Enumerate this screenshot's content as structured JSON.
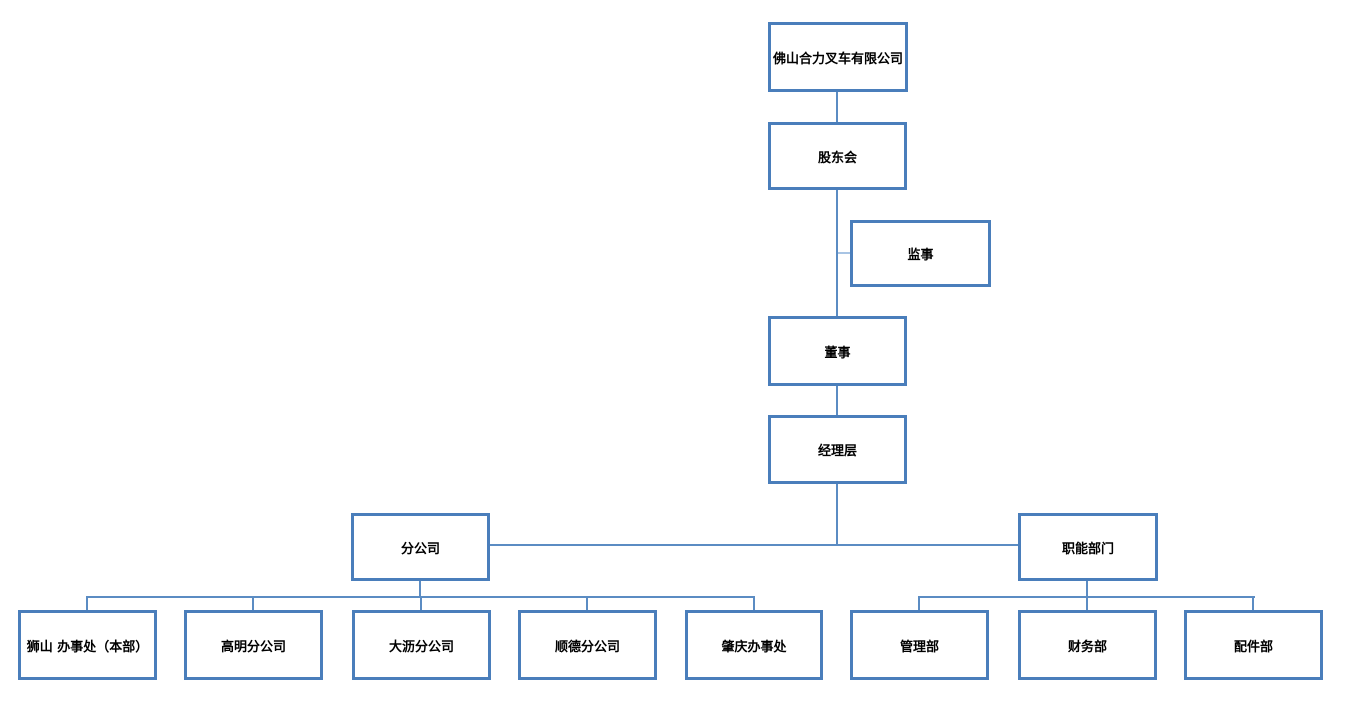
{
  "diagram": {
    "type": "org-chart",
    "nodes": [
      {
        "id": "company",
        "label": "佛山合力叉车有限公司"
      },
      {
        "id": "shareholders-meeting",
        "label": "股东会"
      },
      {
        "id": "supervisor",
        "label": "监事"
      },
      {
        "id": "board-director",
        "label": "董事"
      },
      {
        "id": "management-level",
        "label": "经理层"
      },
      {
        "id": "branch-companies",
        "label": "分公司"
      },
      {
        "id": "functional-departments",
        "label": "职能部门"
      },
      {
        "id": "shishan-office-hq",
        "label": "狮山 办事处（本部）"
      },
      {
        "id": "gaoming-branch",
        "label": "高明分公司"
      },
      {
        "id": "dali-branch",
        "label": "大沥分公司"
      },
      {
        "id": "shunde-branch",
        "label": "顺德分公司"
      },
      {
        "id": "zhaoqing-office",
        "label": "肇庆办事处"
      },
      {
        "id": "management-dept",
        "label": "管理部"
      },
      {
        "id": "finance-dept",
        "label": "财务部"
      },
      {
        "id": "parts-dept",
        "label": "配件部"
      }
    ],
    "edges": [
      {
        "from": "company",
        "to": "shareholders-meeting"
      },
      {
        "from": "shareholders-meeting",
        "to": "supervisor"
      },
      {
        "from": "shareholders-meeting",
        "to": "board-director"
      },
      {
        "from": "board-director",
        "to": "management-level"
      },
      {
        "from": "management-level",
        "to": "branch-companies"
      },
      {
        "from": "management-level",
        "to": "functional-departments"
      },
      {
        "from": "branch-companies",
        "to": "shishan-office-hq"
      },
      {
        "from": "branch-companies",
        "to": "gaoming-branch"
      },
      {
        "from": "branch-companies",
        "to": "dali-branch"
      },
      {
        "from": "branch-companies",
        "to": "shunde-branch"
      },
      {
        "from": "branch-companies",
        "to": "zhaoqing-office"
      },
      {
        "from": "functional-departments",
        "to": "management-dept"
      },
      {
        "from": "functional-departments",
        "to": "finance-dept"
      },
      {
        "from": "functional-departments",
        "to": "parts-dept"
      }
    ],
    "colors": {
      "box_border": "#4a7ebb",
      "connector": "#5b8cc3",
      "connector_light": "#a8c4e4",
      "text": "#000000",
      "background": "#ffffff"
    }
  }
}
